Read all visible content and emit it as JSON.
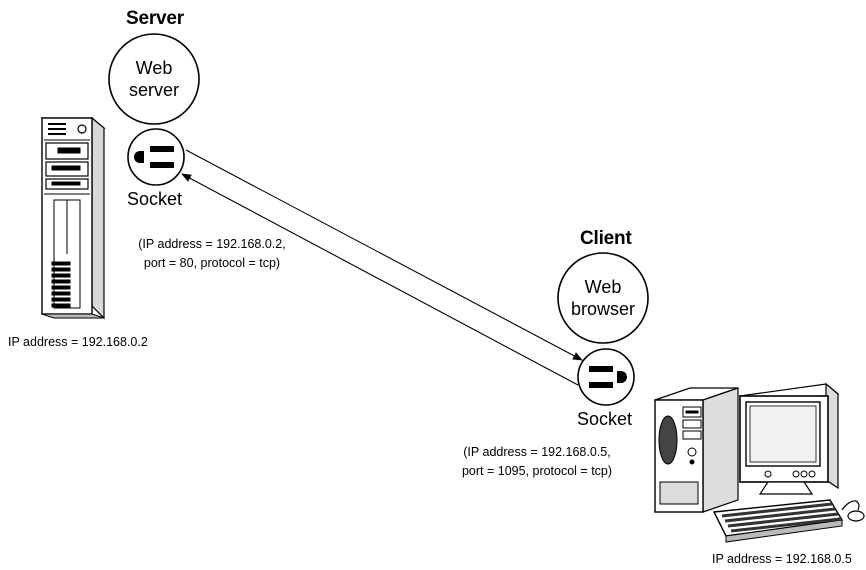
{
  "server": {
    "title": "Server",
    "app_line1": "Web",
    "app_line2": "server",
    "socket_label": "Socket",
    "socket_info_line1": "(IP address = 192.168.0.2,",
    "socket_info_line2": "port = 80, protocol = tcp)",
    "machine_ip": "IP address = 192.168.0.2"
  },
  "client": {
    "title": "Client",
    "app_line1": "Web",
    "app_line2": "browser",
    "socket_label": "Socket",
    "socket_info_line1": "(IP address = 192.168.0.5,",
    "socket_info_line2": "port = 1095, protocol = tcp)",
    "machine_ip": "IP address = 192.168.0.5"
  },
  "icons": [
    "server-tower-icon",
    "desktop-computer-icon",
    "socket-outlet-icon"
  ]
}
